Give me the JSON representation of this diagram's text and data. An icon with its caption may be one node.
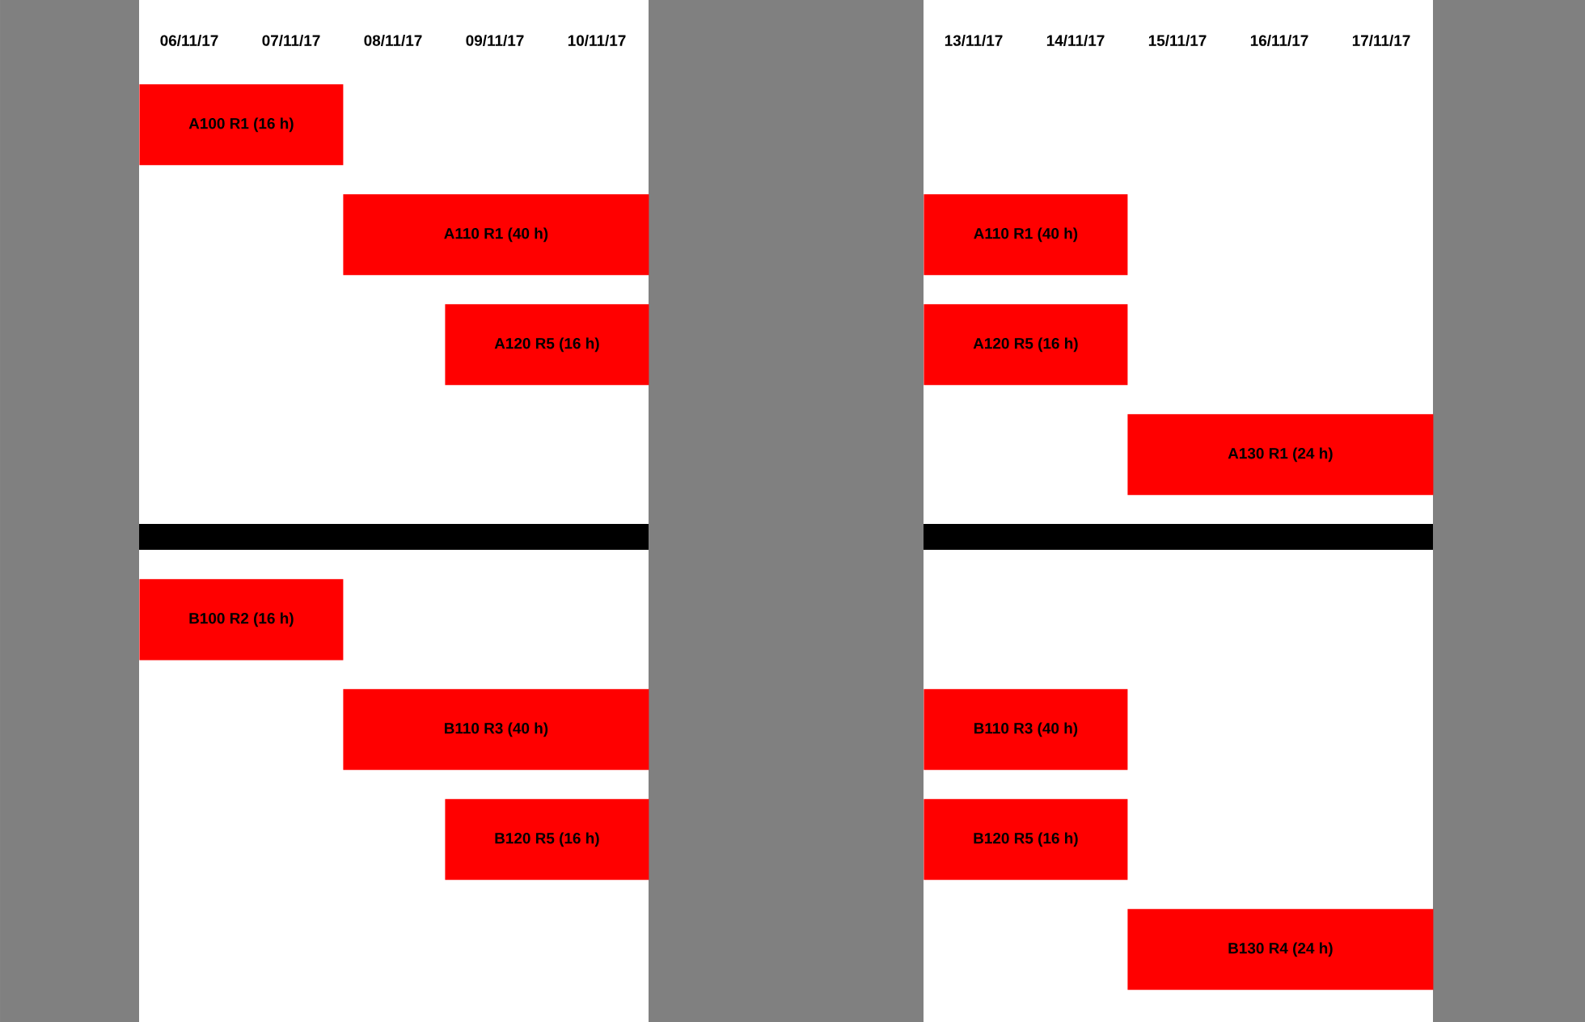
{
  "diagram": {
    "nodes": [
      {
        "text": [
          "A100 R1 (16 h)"
        ]
      },
      {
        "text": [
          "A110 R1 (40 h)"
        ]
      },
      {
        "text": [
          "A120 R5 (16 h)"
        ]
      },
      {
        "text": [
          "B100 R2 (16 h)"
        ]
      },
      {
        "text": [
          "B110 R3 (40 h)"
        ]
      },
      {
        "text": [
          "B120 R5 (16 h)"
        ]
      },
      {
        "text": [
          "A110 R1 (40 h)"
        ]
      },
      {
        "text": [
          "A120 R5 (16 h)"
        ]
      },
      {
        "text": [
          "A130 R1 (24 h)"
        ]
      },
      {
        "text": [
          "B110 R3 (40 h)"
        ]
      },
      {
        "text": [
          "B120 R5 (16 h)"
        ]
      },
      {
        "text": [
          "B130 R4 (24 h)"
        ]
      },
      {
        "text": [],
        "shape": "bar"
      },
      {
        "text": [],
        "shape": "bar"
      },
      {
        "text": [],
        "shape": "bar"
      },
      {
        "text": [],
        "shape": "bar"
      },
      {
        "text": [],
        "shape": "bar"
      }
    ],
    "labels": [
      "06/11/17",
      "07/11/17",
      "08/11/17",
      "09/11/17",
      "10/11/17",
      "13/11/17",
      "14/11/17",
      "15/11/17",
      "16/11/17",
      "17/11/17"
    ]
  }
}
